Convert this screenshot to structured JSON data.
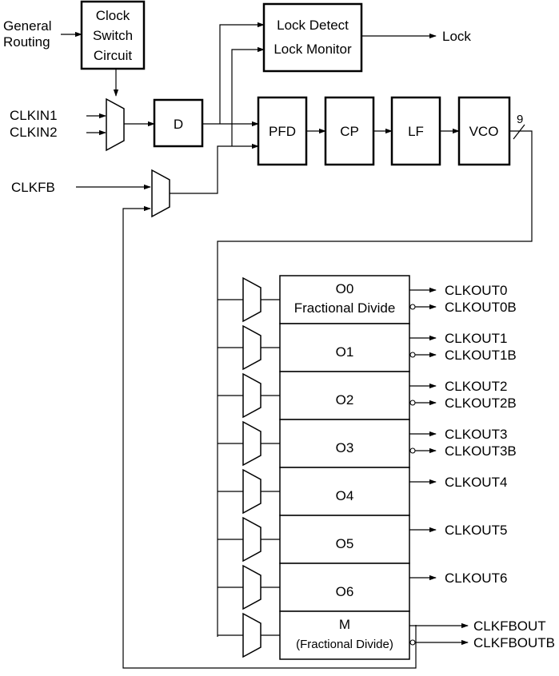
{
  "inputs": {
    "general_routing": [
      "General",
      "Routing"
    ],
    "clkin1": "CLKIN1",
    "clkin2": "CLKIN2",
    "clkfb": "CLKFB"
  },
  "blocks": {
    "clock_switch": [
      "Clock",
      "Switch",
      "Circuit"
    ],
    "d": "D",
    "lock_detect": "Lock Detect",
    "lock_monitor": "Lock Monitor",
    "pfd": "PFD",
    "cp": "CP",
    "lf": "LF",
    "vco": "VCO"
  },
  "lock_output": "Lock",
  "bus_width": "9",
  "dividers": [
    {
      "label": "O0",
      "sub": "Fractional Divide",
      "out": "CLKOUT0",
      "outb": "CLKOUT0B"
    },
    {
      "label": "O1",
      "out": "CLKOUT1",
      "outb": "CLKOUT1B"
    },
    {
      "label": "O2",
      "out": "CLKOUT2",
      "outb": "CLKOUT2B"
    },
    {
      "label": "O3",
      "out": "CLKOUT3",
      "outb": "CLKOUT3B"
    },
    {
      "label": "O4",
      "out": "CLKOUT4"
    },
    {
      "label": "O5",
      "out": "CLKOUT5"
    },
    {
      "label": "O6",
      "out": "CLKOUT6"
    },
    {
      "label": "M",
      "sub": "(Fractional Divide)",
      "out": "CLKFBOUT",
      "outb": "CLKFBOUTB"
    }
  ]
}
